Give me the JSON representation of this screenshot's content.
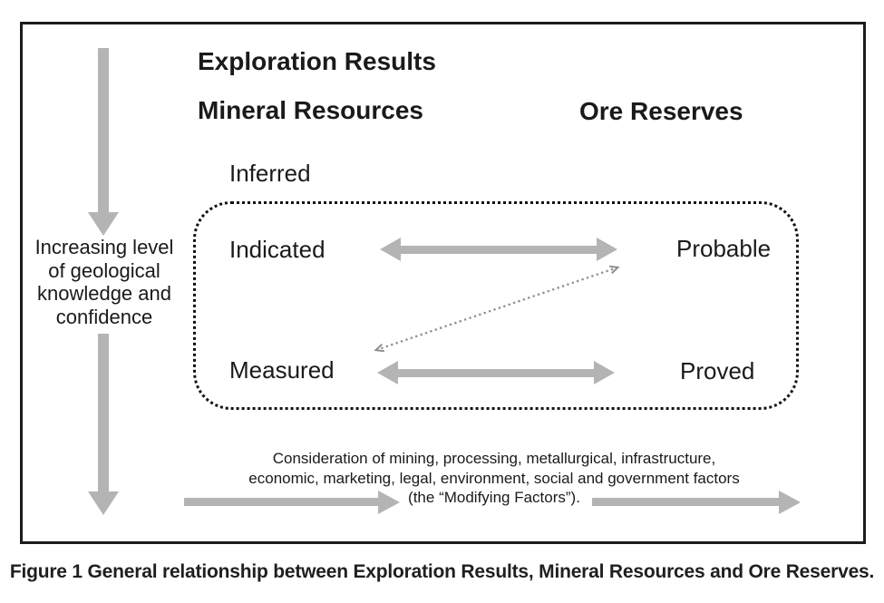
{
  "figure": {
    "headings": {
      "exploration_results": "Exploration Results",
      "mineral_resources": "Mineral Resources",
      "ore_reserves": "Ore Reserves"
    },
    "axis_label": "Increasing level\nof geological\nknowledge and\nconfidence",
    "mineral_resource_categories": {
      "inferred": "Inferred",
      "indicated": "Indicated",
      "measured": "Measured"
    },
    "ore_reserve_categories": {
      "probable": "Probable",
      "proved": "Proved"
    },
    "modifying_factors_note": "Consideration of mining, processing, metallurgical, infrastructure,\neconomic, marketing, legal, environment, social and government factors\n(the “Modifying Factors”).",
    "caption": "Figure 1 General relationship between Exploration Results, Mineral Resources and Ore Reserves."
  },
  "colors": {
    "arrow_gray": "#b4b4b4",
    "dotted_arrow_gray": "#8f8f8f",
    "line_black": "#1c1c1c",
    "text_black": "#1a1a1a"
  }
}
